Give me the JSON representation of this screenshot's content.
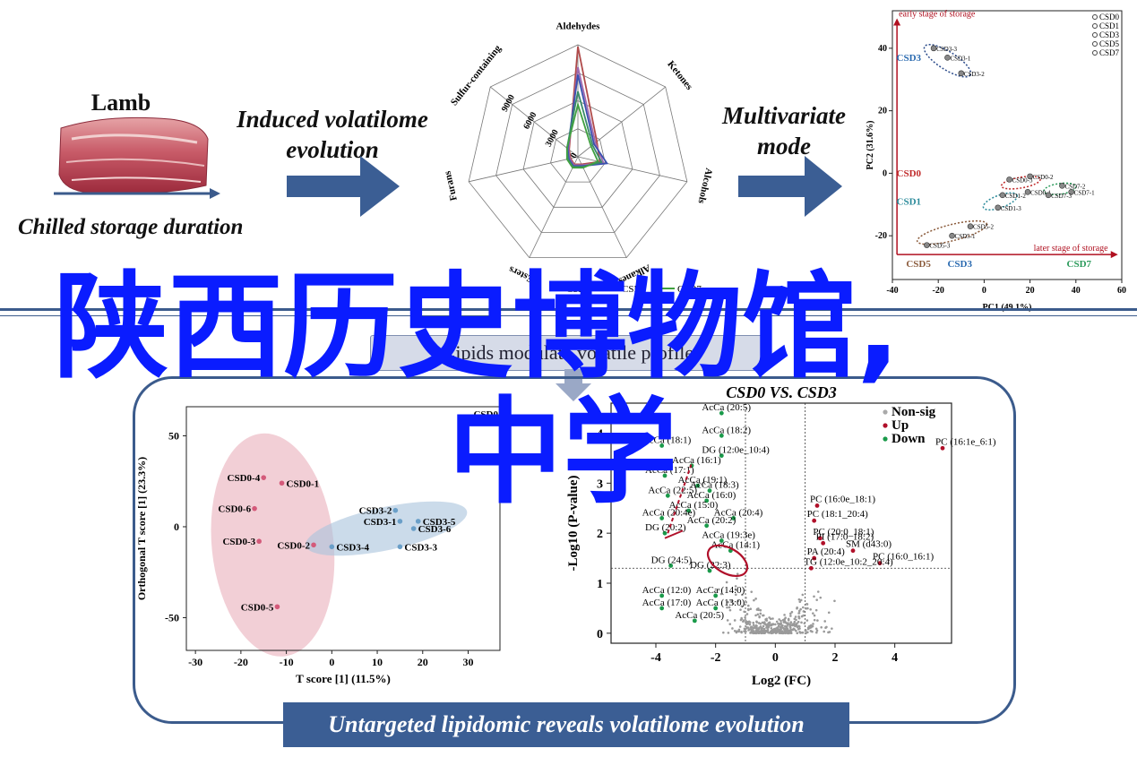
{
  "colors": {
    "accent": "#3b5e94",
    "watermark": "#0a1cff",
    "csd0": "#d45a7a",
    "csd3": "#6a9fc8",
    "csd5": "#8a5a3a",
    "csd7": "#2a9a5a"
  },
  "intro": {
    "lamb_label": "Lamb",
    "storage_label": "Chilled storage duration",
    "step1": [
      "Induced volatilome",
      "evolution"
    ],
    "step2": [
      "Multivariate",
      "mode"
    ],
    "lipids_label": "Lipids modulate volatile profile",
    "bottom_banner": "Untargeted lipidomic reveals volatilome evolution"
  },
  "watermark": {
    "line1": "陕西历史博物馆,",
    "line2": "中学"
  },
  "icons": {
    "lamb_image": "meat-icon",
    "arrows": "arrow-right-icon"
  },
  "radar": {
    "type": "radar",
    "axes": [
      "Aldehydes",
      "Ketones",
      "Alcohols",
      "Alkanes",
      "Esters",
      "Furans",
      "Sulfur-containing"
    ],
    "rticks": [
      0,
      3000,
      6000,
      9000
    ],
    "rmax": 12000,
    "legend": [
      "CSD0",
      "CSD3",
      "CSD7"
    ],
    "series": [
      {
        "name": "CSD0",
        "color": "#b04a4a",
        "values": [
          11800,
          2600,
          2400,
          900,
          900,
          800,
          1200
        ]
      },
      {
        "name": "CSD1",
        "color": "#a06ab0",
        "values": [
          9600,
          2400,
          2800,
          1000,
          1000,
          900,
          1300
        ]
      },
      {
        "name": "CSD3",
        "color": "#3a50b0",
        "values": [
          8800,
          2200,
          3200,
          1100,
          1100,
          1000,
          1400
        ]
      },
      {
        "name": "CSD5",
        "color": "#3a8a6a",
        "values": [
          7000,
          2000,
          2600,
          1200,
          1200,
          1100,
          1500
        ]
      },
      {
        "name": "CSD7",
        "color": "#40a040",
        "values": [
          5600,
          1800,
          2200,
          1300,
          1300,
          1200,
          1500
        ]
      }
    ]
  },
  "chart_data": [
    {
      "type": "scatter",
      "id": "pca",
      "xlabel": "PC1 (49.1%)",
      "ylabel": "PC2 (31.6%)",
      "xlim": [
        -40,
        60
      ],
      "ylim": [
        -34,
        52
      ],
      "xticks": [
        -40,
        -20,
        0,
        20,
        40,
        60
      ],
      "yticks": [
        -20,
        0,
        20,
        40
      ],
      "legend": [
        "CSD0",
        "CSD1",
        "CSD3",
        "CSD5",
        "CSD7"
      ],
      "annotations": [
        "early stage of storage",
        "later stage of storage"
      ],
      "group_labels": [
        {
          "text": "CSD3",
          "x": -39,
          "y": 36,
          "color": "#2a6ab0"
        },
        {
          "text": "CSD0",
          "x": -39,
          "y": -1,
          "color": "#c02a2a"
        },
        {
          "text": "CSD1",
          "x": -39,
          "y": -10,
          "color": "#2a8a9a"
        },
        {
          "text": "CSD5",
          "x": -34,
          "y": -30,
          "color": "#8a5a3a"
        },
        {
          "text": "CSD3",
          "x": -16,
          "y": -30,
          "color": "#2a6ab0"
        },
        {
          "text": "CSD7",
          "x": 36,
          "y": -30,
          "color": "#2a9a5a"
        }
      ],
      "points": [
        {
          "label": "CSD3-3",
          "x": -22,
          "y": 40
        },
        {
          "label": "CSD3-1",
          "x": -16,
          "y": 37
        },
        {
          "label": "CSD3-2",
          "x": -10,
          "y": 32
        },
        {
          "label": "CSD0-3",
          "x": 11,
          "y": -2
        },
        {
          "label": "CSD0-2",
          "x": 20,
          "y": -1
        },
        {
          "label": "CSD0-1",
          "x": 19,
          "y": -6
        },
        {
          "label": "CSD1-2",
          "x": 8,
          "y": -7
        },
        {
          "label": "CSD1-3",
          "x": 6,
          "y": -11
        },
        {
          "label": "CSD5-2",
          "x": -6,
          "y": -17
        },
        {
          "label": "CSD5-1",
          "x": -14,
          "y": -20
        },
        {
          "label": "CSD5-3",
          "x": -25,
          "y": -23
        },
        {
          "label": "CSD7-2",
          "x": 34,
          "y": -4
        },
        {
          "label": "CSD7-1",
          "x": 38,
          "y": -6
        },
        {
          "label": "CSD7-3",
          "x": 28,
          "y": -7
        }
      ]
    },
    {
      "type": "scatter",
      "id": "opls",
      "xlabel": "T score [1] (11.5%)",
      "ylabel": "Orthogonal T score [1] (23.3%)",
      "xlim": [
        -32,
        37
      ],
      "ylim": [
        -68,
        66
      ],
      "xticks": [
        -30,
        -20,
        -10,
        0,
        10,
        20,
        30
      ],
      "yticks": [
        -50,
        0,
        50
      ],
      "legend": [
        "CSD0",
        "CSD3"
      ],
      "points": [
        {
          "label": "CSD0-4",
          "x": -15,
          "y": 27,
          "group": "CSD0"
        },
        {
          "label": "CSD0-1",
          "x": -11,
          "y": 24,
          "group": "CSD0"
        },
        {
          "label": "CSD0-6",
          "x": -17,
          "y": 10,
          "group": "CSD0"
        },
        {
          "label": "CSD0-3",
          "x": -16,
          "y": -8,
          "group": "CSD0"
        },
        {
          "label": "CSD0-2",
          "x": -4,
          "y": -10,
          "group": "CSD0"
        },
        {
          "label": "CSD0-5",
          "x": -12,
          "y": -44,
          "group": "CSD0"
        },
        {
          "label": "CSD3-2",
          "x": 14,
          "y": 9,
          "group": "CSD3"
        },
        {
          "label": "CSD3-1",
          "x": 15,
          "y": 3,
          "group": "CSD3"
        },
        {
          "label": "CSD3-5",
          "x": 19,
          "y": 3,
          "group": "CSD3"
        },
        {
          "label": "CSD3-6",
          "x": 18,
          "y": -1,
          "group": "CSD3"
        },
        {
          "label": "CSD3-4",
          "x": 0,
          "y": -11,
          "group": "CSD3"
        },
        {
          "label": "CSD3-3",
          "x": 15,
          "y": -11,
          "group": "CSD3"
        }
      ]
    },
    {
      "type": "scatter",
      "id": "volcano",
      "title": "CSD0 VS. CSD3",
      "xlabel": "Log2 (FC)",
      "ylabel": "-Log10 (P-value)",
      "xlim": [
        -5.5,
        5.9
      ],
      "ylim": [
        -0.2,
        4.6
      ],
      "xticks": [
        -4,
        -2,
        0,
        2,
        4
      ],
      "yticks": [
        0,
        1,
        2,
        3,
        4
      ],
      "thresholds": {
        "fc": [
          -1,
          1
        ],
        "p": 1.3
      },
      "legend": [
        "Non-sig",
        "Up",
        "Down"
      ],
      "up": [
        {
          "label": "PC (16:1e_6:1)",
          "x": 5.6,
          "y": 3.7
        },
        {
          "label": "PC (16:0e_18:1)",
          "x": 1.4,
          "y": 2.55
        },
        {
          "label": "PC (18:1_20:4)",
          "x": 1.3,
          "y": 2.25
        },
        {
          "label": "PC (20:0_18:1)",
          "x": 1.5,
          "y": 1.9
        },
        {
          "label": "PI (17:0_18:2)",
          "x": 1.6,
          "y": 1.8
        },
        {
          "label": "SM (d43:0)",
          "x": 2.6,
          "y": 1.65
        },
        {
          "label": "PA (20:4)",
          "x": 1.3,
          "y": 1.5
        },
        {
          "label": "PC (16:0_16:1)",
          "x": 3.5,
          "y": 1.4
        },
        {
          "label": "TG (12:0e_10:2_20:4)",
          "x": 1.2,
          "y": 1.3
        }
      ],
      "down": [
        {
          "label": "AcCa (20:5)",
          "x": -1.8,
          "y": 4.4
        },
        {
          "label": "AcCa (18:2)",
          "x": -1.8,
          "y": 3.95
        },
        {
          "label": "AcCa (18:1)",
          "x": -3.8,
          "y": 3.75
        },
        {
          "label": "DG (12:0e_10:4)",
          "x": -1.8,
          "y": 3.55
        },
        {
          "label": "AcCa (16:1)",
          "x": -2.8,
          "y": 3.35
        },
        {
          "label": "AcCa (17:1)",
          "x": -3.7,
          "y": 3.15
        },
        {
          "label": "AcCa (19:1)",
          "x": -2.6,
          "y": 2.95
        },
        {
          "label": "AcCa (22:5)",
          "x": -3.6,
          "y": 2.75
        },
        {
          "label": "AcCa (18:3)",
          "x": -2.2,
          "y": 2.85
        },
        {
          "label": "AcCa (16:0)",
          "x": -2.3,
          "y": 2.65
        },
        {
          "label": "AcCa (15:0)",
          "x": -2.9,
          "y": 2.45
        },
        {
          "label": "AcCa (20:4)",
          "x": -1.4,
          "y": 2.3
        },
        {
          "label": "AcCa (20:4e)",
          "x": -3.8,
          "y": 2.3
        },
        {
          "label": "AcCa (20:2)",
          "x": -2.3,
          "y": 2.15
        },
        {
          "label": "DG (20:2)",
          "x": -3.7,
          "y": 2.0
        },
        {
          "label": "AcCa (19:3e)",
          "x": -1.8,
          "y": 1.85
        },
        {
          "label": "AcCa (14:1)",
          "x": -1.5,
          "y": 1.65
        },
        {
          "label": "DG (24:5)",
          "x": -3.5,
          "y": 1.35
        },
        {
          "label": "DG (22:3)",
          "x": -2.2,
          "y": 1.25
        },
        {
          "label": "AcCa (12:0)",
          "x": -3.8,
          "y": 0.75
        },
        {
          "label": "AcCa (14:0)",
          "x": -2.0,
          "y": 0.75
        },
        {
          "label": "AcCa (17:0)",
          "x": -3.8,
          "y": 0.5
        },
        {
          "label": "AcCa (13:0)",
          "x": -2.0,
          "y": 0.5
        },
        {
          "label": "AcCa (20:5)",
          "x": -2.7,
          "y": 0.25
        }
      ]
    }
  ]
}
